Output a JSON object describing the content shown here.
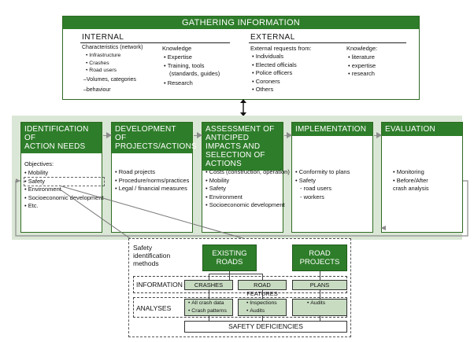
{
  "gathering": {
    "title": "GATHERING INFORMATION",
    "internal": {
      "heading": "INTERNAL",
      "characteristics_label": "Characteristics (network)",
      "characteristics_items": [
        "Infrastructure",
        "Crashes",
        "Road users"
      ],
      "volumes": "–Volumes, categories",
      "behaviour": "–behaviour",
      "knowledge_label": "Knowledge",
      "knowledge_items": [
        "Expertise",
        "Training, tools",
        "Research"
      ],
      "knowledge_sub": "(standards, guides)"
    },
    "external": {
      "heading": "EXTERNAL",
      "requests_label": "External requests  from:",
      "requests_items": [
        "Individuals",
        "Elected officials",
        "Police officers",
        "Coroners",
        "Others"
      ],
      "knowledge_label": "Knowledge:",
      "knowledge_items": [
        "literature",
        "expertise",
        "research"
      ]
    }
  },
  "stages": [
    {
      "title": "IDENTIFICATION OF ACTION NEEDS",
      "title_lines": [
        "IDENTIFICATION OF",
        "ACTION NEEDS"
      ],
      "intro": "Objectives:",
      "items": [
        "Mobility",
        "Safety",
        "Environment",
        "Socioeconomic development",
        "Etc."
      ]
    },
    {
      "title_lines": [
        "DEVELOPMENT OF",
        "PROJECTS/ACTIONS"
      ],
      "items": [
        "Road projects",
        "Procedure/norms/practices",
        "Legal / financial measures"
      ]
    },
    {
      "title_lines": [
        "ASSESSMENT OF",
        "ANTICIPED IMPACTS AND",
        "SELECTION OF ACTIONS"
      ],
      "items": [
        "Costs (construction, operation)",
        "Mobility",
        "Safety",
        "Environment",
        "Socioeconomic development"
      ]
    },
    {
      "title_lines": [
        "IMPLEMENTATION"
      ],
      "items": [
        "Conformity to plans",
        "Safety"
      ],
      "sub_items": [
        "- road users",
        "- workers"
      ]
    },
    {
      "title_lines": [
        "EVALUATION"
      ],
      "items": [
        "Monitoring",
        "Before/After"
      ],
      "extra": "crash analysis"
    }
  ],
  "safety": {
    "title_lines": [
      "Safety",
      "identification",
      "methods"
    ],
    "existing_roads": [
      "EXISTING",
      "ROADS"
    ],
    "road_projects": [
      "ROAD",
      "PROJECTS"
    ],
    "information_label": "INFORMATION",
    "crashes": "CRASHES",
    "road_features": "ROAD FEATURES",
    "plans": "PLANS",
    "analyses_label": "ANALYSES",
    "analyses_crash": [
      "All crash data",
      "Crash patterns"
    ],
    "analyses_features": [
      "Inspections",
      "Audits"
    ],
    "analyses_plans": [
      "Audits"
    ],
    "deficiencies": "SAFETY DEFICIENCIES"
  },
  "colors": {
    "accent_green": "#2e7d2a",
    "band": "#dbe7d6",
    "light_green": "#c8dcc2",
    "connector": "#8c8c8c"
  }
}
